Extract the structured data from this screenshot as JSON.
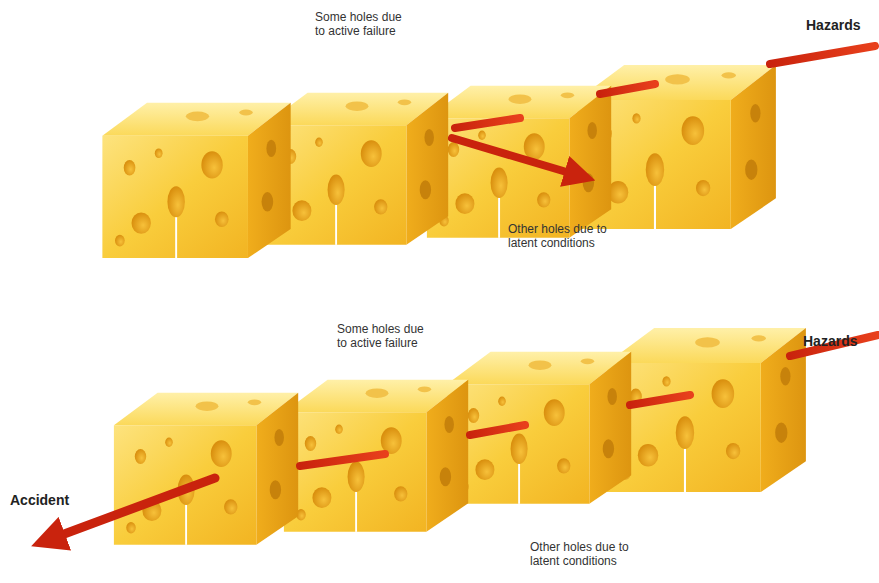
{
  "diagram": {
    "labels": [
      "Some holes due to active failure",
      "Hazards",
      "Other holes due to latent conditions",
      "Some holes due to active failure",
      "Hazards",
      "Accident",
      "Other holes due to latent conditions"
    ]
  }
}
